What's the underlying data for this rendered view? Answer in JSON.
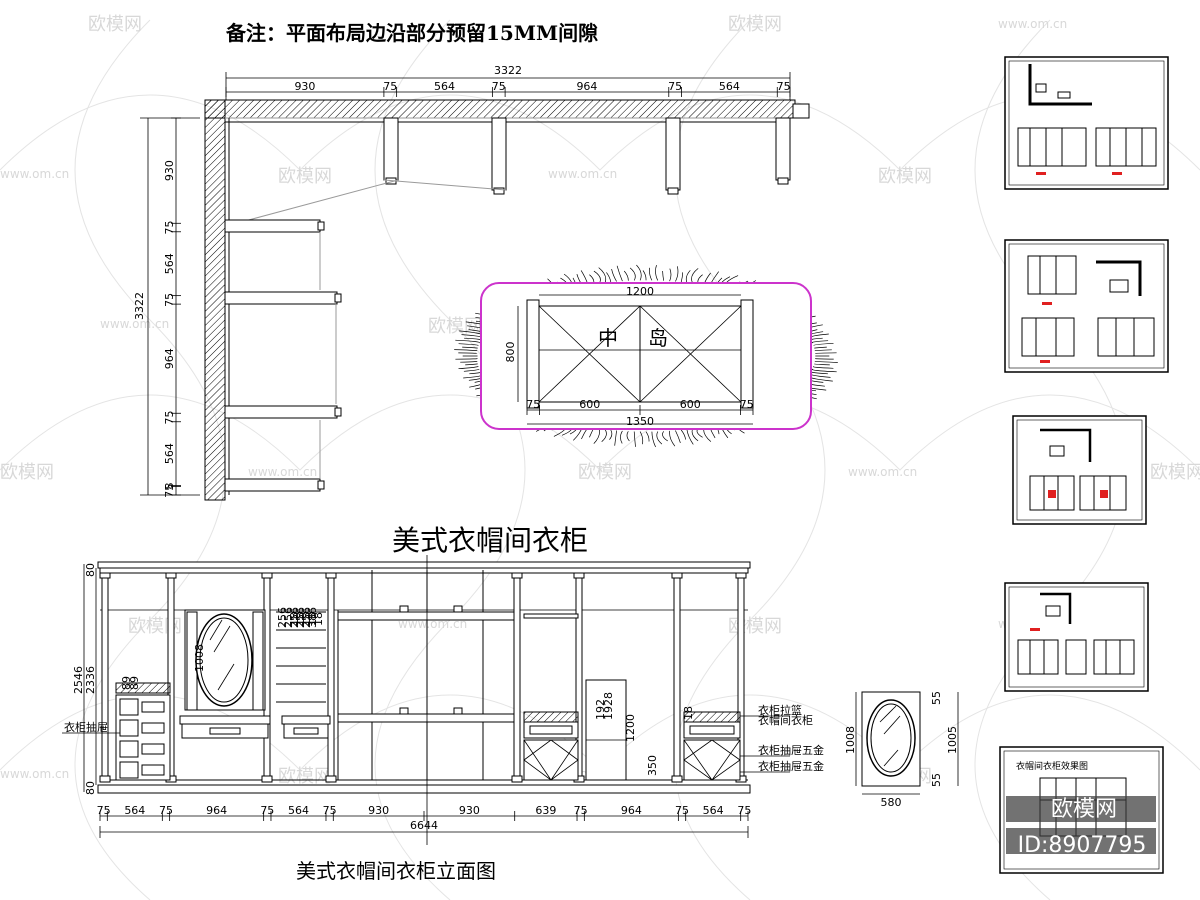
{
  "note": "备注：平面布局边沿部分预留15MM间隙",
  "plan": {
    "top_total": "3322",
    "top_segments": [
      "930",
      "75",
      "564",
      "75",
      "964",
      "75",
      "564",
      "75"
    ],
    "left_total": "3322",
    "left_segments": [
      "930",
      "75",
      "564",
      "75",
      "964",
      "75",
      "564",
      "8",
      "75"
    ],
    "island": {
      "label_1": "中",
      "label_2": "岛",
      "width": "1200",
      "depth": "800",
      "overall": "1350",
      "bottom_segments": [
        "75",
        "600",
        "600",
        "75"
      ]
    }
  },
  "elevation": {
    "title": "美式衣帽间衣柜",
    "caption": "美式衣帽间衣柜立面图",
    "bottom_total": "6644",
    "bottom_segments": [
      "75",
      "564",
      "75",
      "964",
      "75",
      "564",
      "75",
      "930",
      "930",
      "639",
      "75",
      "964",
      "75",
      "564",
      "75"
    ],
    "left_dims": [
      "2546",
      "2336",
      "80",
      "80"
    ],
    "shelf_dims": [
      "386",
      "18",
      "256",
      "18",
      "256",
      "18",
      "256",
      "18",
      "256",
      "18",
      "256"
    ],
    "mirror_dim": "1008",
    "drawer_dims": [
      "89",
      "89",
      "18"
    ],
    "hang_dims": [
      "192",
      "1928"
    ],
    "mid_dims": [
      "1200",
      "350"
    ],
    "callouts": [
      "衣柜抽屉",
      "衣柜拉篮",
      "衣帽间衣柜",
      "衣柜抽屉五金"
    ]
  },
  "mirror_detail": {
    "width": "580",
    "height": "1008",
    "right": "1005",
    "top": "55",
    "bottom": "55"
  },
  "thumbnails": [
    {
      "id": "sheet-1",
      "label": ""
    },
    {
      "id": "sheet-2",
      "label": ""
    },
    {
      "id": "sheet-3",
      "label": ""
    },
    {
      "id": "sheet-4",
      "label": ""
    },
    {
      "id": "sheet-5",
      "label": "衣帽间衣柜效果图"
    }
  ],
  "watermarks": {
    "brand": "欧模网",
    "site": "www.om.cn",
    "id": "ID:8907795"
  },
  "colors": {
    "island_border": "#cc33cc",
    "thumb_accent": "#e02020",
    "watermark": "#d8d8d8"
  }
}
